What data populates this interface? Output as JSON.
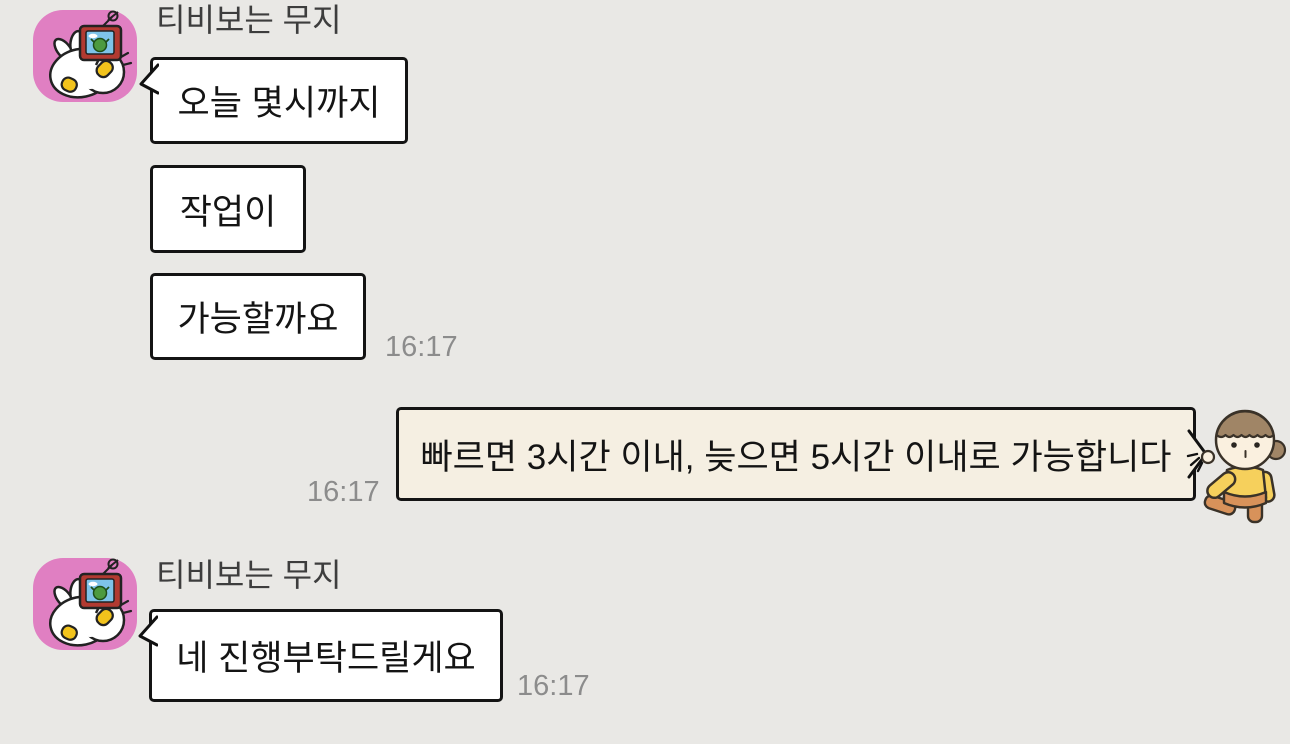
{
  "app": {
    "name": "messenger-chat"
  },
  "contact": {
    "name": "티비보는 무지"
  },
  "conversation": {
    "incoming_group_1": {
      "sender": "티비보는 무지",
      "messages": [
        "오늘 몇시까지",
        "작업이",
        "가능할까요"
      ],
      "time": "16:17"
    },
    "outgoing": {
      "text": "빠르면 3시간 이내, 늦으면 5시간 이내로 가능합니다",
      "time": "16:17"
    },
    "incoming_group_2": {
      "sender": "티비보는 무지",
      "messages": [
        "네 진행부탁드릴게요"
      ],
      "time": "16:17"
    }
  },
  "icons": {
    "avatar": "muzi-watching-tv",
    "sticker": "pointing-person"
  },
  "colors": {
    "background": "#e9e8e5",
    "bubble_incoming_bg": "#ffffff",
    "bubble_outgoing_bg": "#f5efe2",
    "bubble_border": "#141414",
    "message_text": "#141414",
    "sender_name_text": "#3d3d3d",
    "timestamp_text": "#8c8c8c",
    "avatar_pink": "#e07fc2",
    "sticker_shirt_yellow": "#f6d05c",
    "sticker_pants_tan": "#d8925a"
  }
}
